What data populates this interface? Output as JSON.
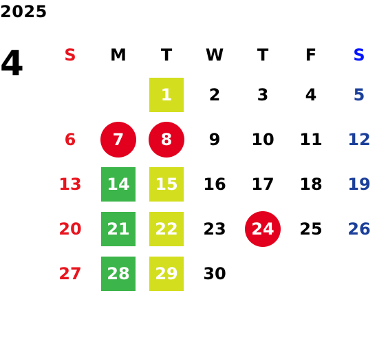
{
  "header": {
    "year": "2025",
    "month": "4"
  },
  "weekdays": [
    "S",
    "M",
    "T",
    "W",
    "T",
    "F",
    "S"
  ],
  "colors": {
    "sunday": "#e8141e",
    "saturday": "#1b3f9a",
    "saturday_header": "#0014ff",
    "lime_mark": "#d3de1e",
    "green_mark": "#3cb54a",
    "red_mark": "#e3001e"
  },
  "weeks": [
    [
      {
        "label": ""
      },
      {
        "label": ""
      },
      {
        "label": "1",
        "mark": "lime"
      },
      {
        "label": "2"
      },
      {
        "label": "3"
      },
      {
        "label": "4"
      },
      {
        "label": "5"
      }
    ],
    [
      {
        "label": "6"
      },
      {
        "label": "7",
        "mark": "red"
      },
      {
        "label": "8",
        "mark": "red"
      },
      {
        "label": "9"
      },
      {
        "label": "10"
      },
      {
        "label": "11"
      },
      {
        "label": "12"
      }
    ],
    [
      {
        "label": "13"
      },
      {
        "label": "14",
        "mark": "green"
      },
      {
        "label": "15",
        "mark": "lime"
      },
      {
        "label": "16"
      },
      {
        "label": "17"
      },
      {
        "label": "18"
      },
      {
        "label": "19"
      }
    ],
    [
      {
        "label": "20"
      },
      {
        "label": "21",
        "mark": "green"
      },
      {
        "label": "22",
        "mark": "lime"
      },
      {
        "label": "23"
      },
      {
        "label": "24",
        "mark": "red"
      },
      {
        "label": "25"
      },
      {
        "label": "26"
      }
    ],
    [
      {
        "label": "27"
      },
      {
        "label": "28",
        "mark": "green"
      },
      {
        "label": "29",
        "mark": "lime"
      },
      {
        "label": "30"
      },
      {
        "label": ""
      },
      {
        "label": ""
      },
      {
        "label": ""
      }
    ]
  ]
}
